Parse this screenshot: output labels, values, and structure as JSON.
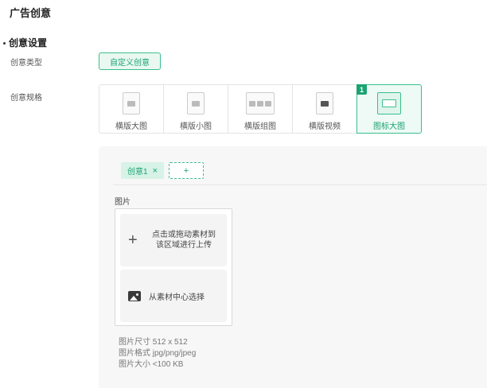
{
  "page": {
    "title": "广告创意"
  },
  "section": {
    "title": "创意设置"
  },
  "fields": {
    "type_label": "创意类型",
    "spec_label": "创意规格"
  },
  "creative_type": {
    "selected": "自定义创意"
  },
  "spec_options": [
    {
      "label": "横版大图",
      "icon": "landscape-large-image-icon"
    },
    {
      "label": "横版小图",
      "icon": "landscape-small-image-icon"
    },
    {
      "label": "横版组图",
      "icon": "landscape-group-image-icon"
    },
    {
      "label": "横版视频",
      "icon": "landscape-video-icon"
    },
    {
      "label": "图标大图",
      "icon": "icon-large-image-icon",
      "selected": true,
      "badge": "1"
    }
  ],
  "creatives": {
    "tabs": [
      {
        "label": "创意1",
        "close": "×"
      }
    ],
    "add_label": "+"
  },
  "image_section": {
    "label": "图片",
    "upload_text": "点击或拖动素材到该区域进行上传",
    "plus": "+",
    "library_text": "从素材中心选择"
  },
  "image_requirements": {
    "size": "图片尺寸 512 x 512",
    "format": "图片格式 jpg/png/jpeg",
    "filesize": "图片大小 <100 KB"
  },
  "colors": {
    "accent": "#1aa372",
    "accent_border": "#3bbf8e",
    "accent_bg": "#e9f8f1"
  }
}
